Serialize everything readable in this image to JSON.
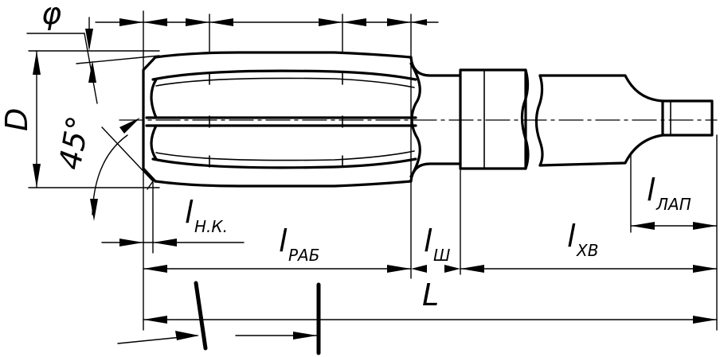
{
  "labels": {
    "phi": "φ",
    "d": "D",
    "angle": "45°",
    "l_nk_main": "l",
    "l_nk_sub": "Н.К.",
    "l_rab_main": "l",
    "l_rab_sub": "РАБ",
    "l_sh_main": "l",
    "l_sh_sub": "Ш",
    "l_xv_main": "l",
    "l_xv_sub": "ХВ",
    "l_lap_main": "l",
    "l_lap_sub": "ЛАП",
    "l_total": "L"
  }
}
